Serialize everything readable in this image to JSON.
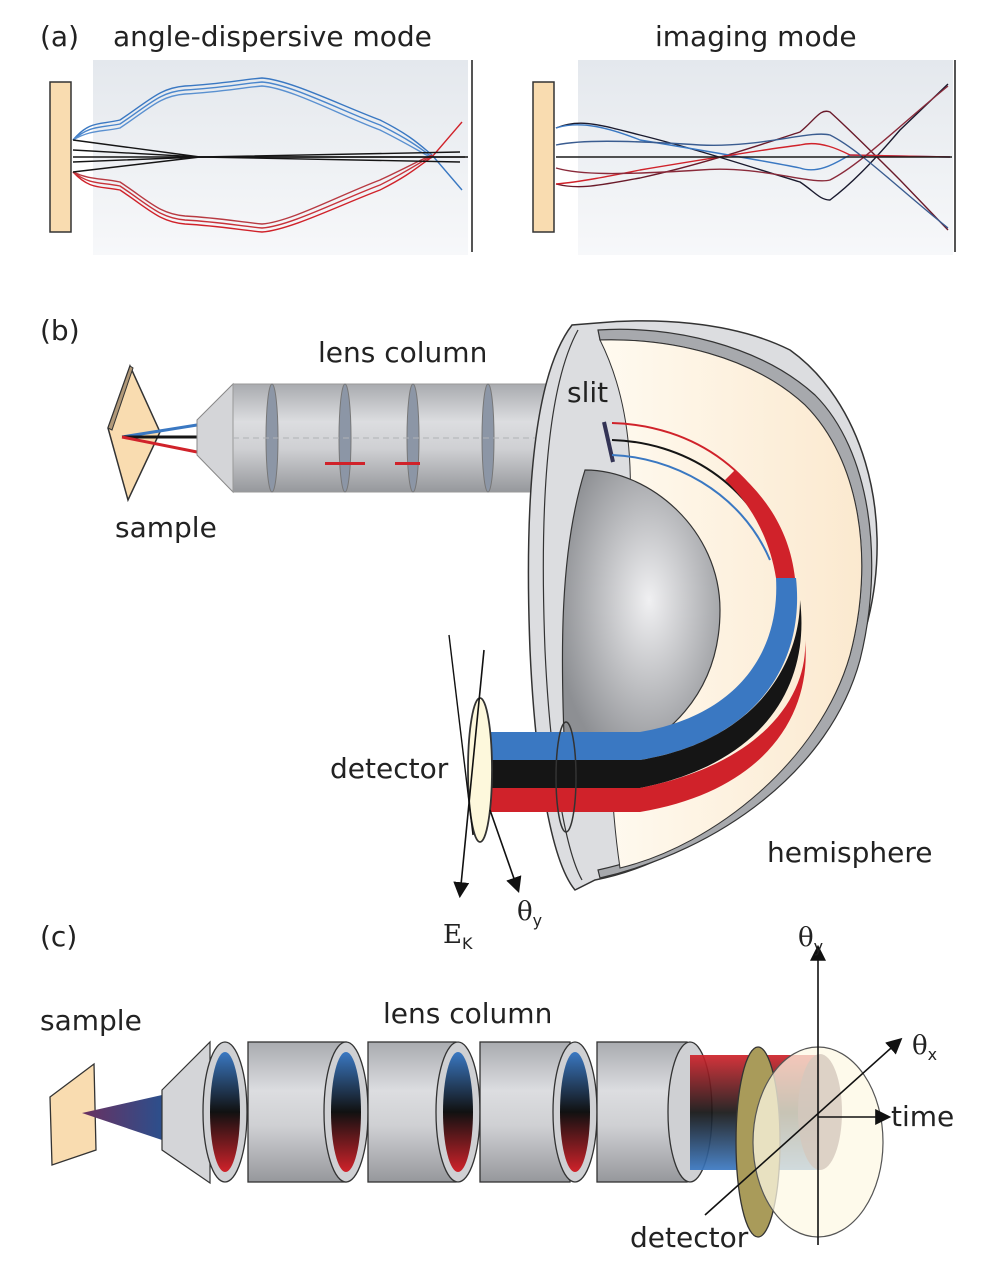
{
  "panel_a": {
    "label": "(a)",
    "left_title": "angle-dispersive mode",
    "right_title": "imaging mode"
  },
  "panel_b": {
    "label": "(b)",
    "lens_column": "lens column",
    "sample": "sample",
    "slit": "slit",
    "detector": "detector",
    "hemisphere": "hemisphere",
    "axis_ek": "E",
    "axis_ek_sub": "K",
    "axis_theta_y": "θ",
    "axis_theta_y_sub": "y"
  },
  "panel_c": {
    "label": "(c)",
    "sample": "sample",
    "lens_column": "lens column",
    "detector": "detector",
    "axis_theta_y": "θ",
    "axis_theta_y_sub": "y",
    "axis_theta_x": "θ",
    "axis_theta_x_sub": "x",
    "axis_time": "time"
  },
  "colors": {
    "beam_blue": "#3a78c2",
    "beam_red": "#d0222a",
    "beam_black": "#151515",
    "sample_fill": "#f9dcb0",
    "metal": "#c8c9cc",
    "hemisphere_inner": "#fdf1dc",
    "lens_bg": "#e9ecf0"
  }
}
